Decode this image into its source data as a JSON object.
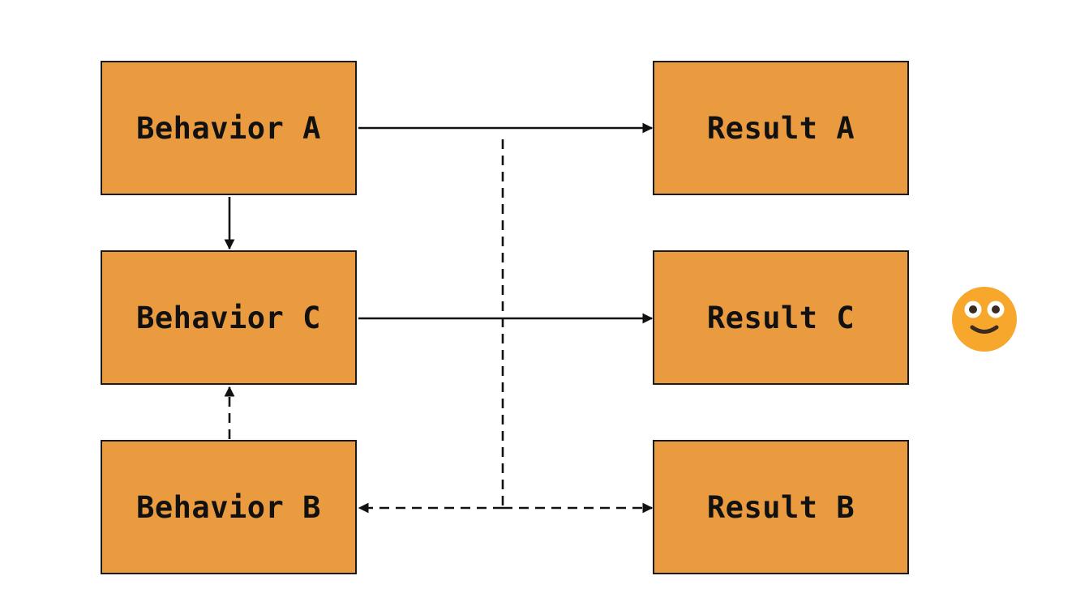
{
  "diagram": {
    "nodes": {
      "behavior_a": "Behavior A",
      "behavior_c": "Behavior C",
      "behavior_b": "Behavior B",
      "result_a": "Result A",
      "result_c": "Result C",
      "result_b": "Result B"
    },
    "edges": [
      {
        "from": "Behavior A",
        "to": "Result A",
        "style": "solid"
      },
      {
        "from": "Behavior A",
        "to": "Behavior C",
        "style": "solid"
      },
      {
        "from": "Behavior C",
        "to": "Result C",
        "style": "solid"
      },
      {
        "from": "Behavior B",
        "to": "Behavior C",
        "style": "dashed"
      },
      {
        "from": "Behavior A",
        "to": "Behavior B",
        "style": "dashed"
      },
      {
        "from": "Behavior A",
        "to": "Result B",
        "style": "dashed"
      }
    ]
  },
  "colors": {
    "node_fill": "#ea9b40",
    "node_border": "#1a1a1a",
    "edge": "#111111",
    "emoji_face": "#f7a72c"
  },
  "icons": {
    "emoji": "smiling-face-icon"
  }
}
